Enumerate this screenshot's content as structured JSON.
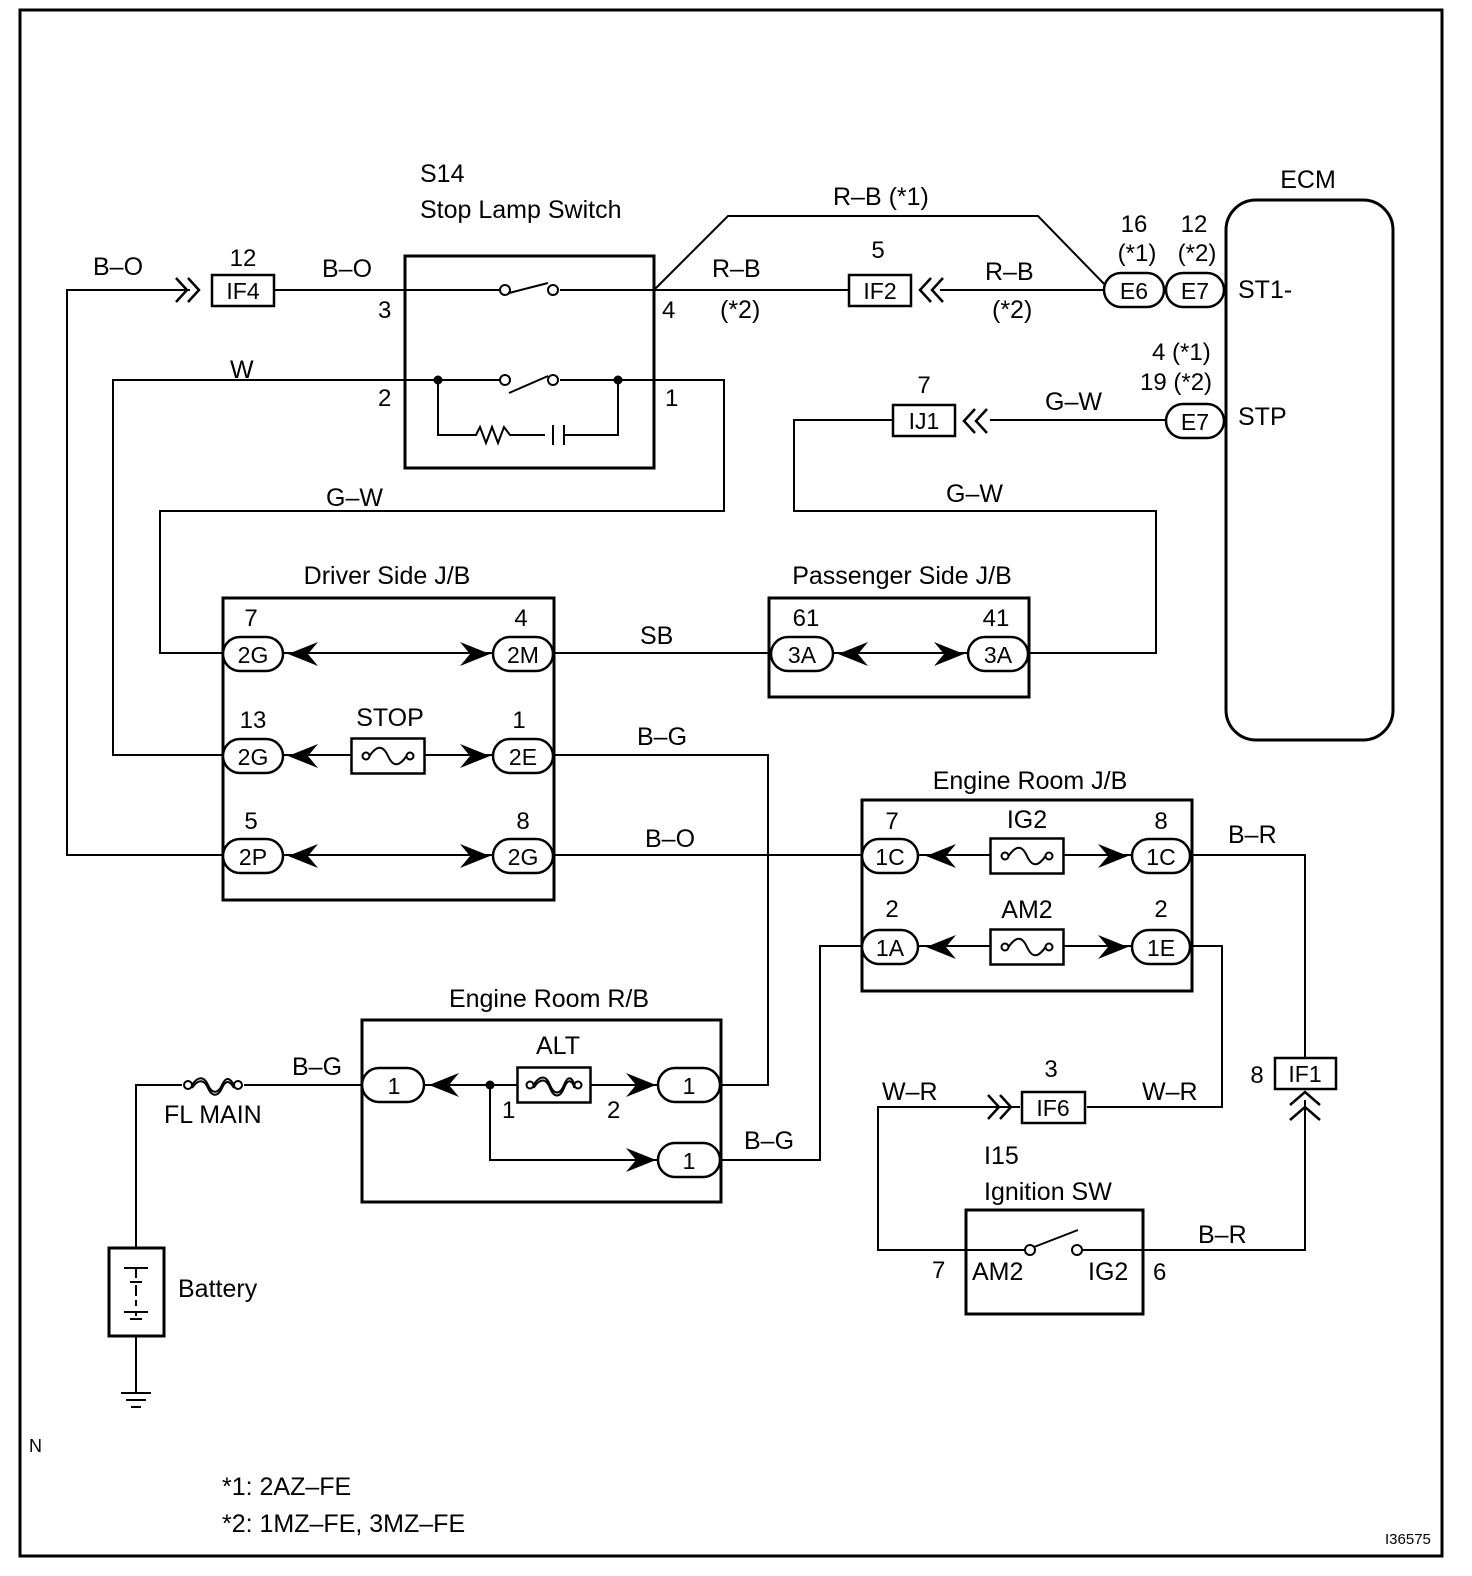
{
  "components": {
    "stop_lamp_switch": {
      "code": "S14",
      "name": "Stop Lamp Switch",
      "pins": [
        "3",
        "2",
        "4",
        "1"
      ]
    },
    "ecm": {
      "name": "ECM",
      "terminals": [
        "ST1-",
        "STP"
      ]
    },
    "driver_jb": {
      "name": "Driver Side J/B",
      "fuse": "STOP"
    },
    "passenger_jb": {
      "name": "Passenger Side J/B"
    },
    "engine_room_jb": {
      "name": "Engine Room J/B",
      "fuses": [
        "IG2",
        "AM2"
      ]
    },
    "engine_room_rb": {
      "name": "Engine Room R/B",
      "fuse": "ALT",
      "fuse_pins": [
        "1",
        "2"
      ]
    },
    "fl_main": {
      "name": "FL MAIN"
    },
    "battery": {
      "name": "Battery"
    },
    "ignition_sw": {
      "code": "I15",
      "name": "Ignition SW",
      "terminals": [
        "AM2",
        "IG2"
      ],
      "pins": [
        "7",
        "6"
      ]
    }
  },
  "connectors": {
    "if4": {
      "id": "IF4",
      "pin": "12"
    },
    "if2": {
      "id": "IF2",
      "pin": "5"
    },
    "ij1": {
      "id": "IJ1",
      "pin": "7"
    },
    "if6": {
      "id": "IF6",
      "pin": "3"
    },
    "if1": {
      "id": "IF1",
      "pin": "8"
    },
    "e6": {
      "id": "E6",
      "pin": "16",
      "note": "(*1)"
    },
    "e7": {
      "id": "E7",
      "pin": "12",
      "note": "(*2)"
    },
    "e7_stp": {
      "id": "E7",
      "pin_a": "4 (*1)",
      "pin_b": "19 (*2)"
    },
    "dj_2g_7": {
      "id": "2G",
      "pin": "7"
    },
    "dj_2m_4": {
      "id": "2M",
      "pin": "4"
    },
    "dj_2g_13": {
      "id": "2G",
      "pin": "13"
    },
    "dj_2e_1": {
      "id": "2E",
      "pin": "1"
    },
    "dj_2p_5": {
      "id": "2P",
      "pin": "5"
    },
    "dj_2g_8": {
      "id": "2G",
      "pin": "8"
    },
    "pj_3a_61": {
      "id": "3A",
      "pin": "61"
    },
    "pj_3a_41": {
      "id": "3A",
      "pin": "41"
    },
    "ej_1c_7": {
      "id": "1C",
      "pin": "7"
    },
    "ej_1c_8": {
      "id": "1C",
      "pin": "8"
    },
    "ej_1a_2": {
      "id": "1A",
      "pin": "2"
    },
    "ej_1e_2": {
      "id": "1E",
      "pin": "2"
    },
    "rb_1_in": {
      "id": "1"
    },
    "rb_1_out": {
      "id": "1"
    },
    "rb_1_low": {
      "id": "1"
    }
  },
  "wires": {
    "bo_left": "B–O",
    "bo_mid": "B–O",
    "rb_top": "R–B (*1)",
    "rb_left": "R–B",
    "rb_left_note": "(*2)",
    "rb_right": "R–B",
    "rb_right_note": "(*2)",
    "w_top": "W",
    "gw_ecm": "G–W",
    "gw_left": "G–W",
    "gw_right": "G–W",
    "sb": "SB",
    "bg_jb": "B–G",
    "bo_bottom": "B–O",
    "br_top": "B–R",
    "bg_rb_left": "B–G",
    "bg_rb_low": "B–G",
    "wr_left": "W–R",
    "wr_right": "W–R",
    "br_bottom": "B–R"
  },
  "footer": {
    "corner_mark": "N",
    "note1": "*1: 2AZ–FE",
    "note2": "*2: 1MZ–FE, 3MZ–FE",
    "figure_id": "I36575"
  }
}
